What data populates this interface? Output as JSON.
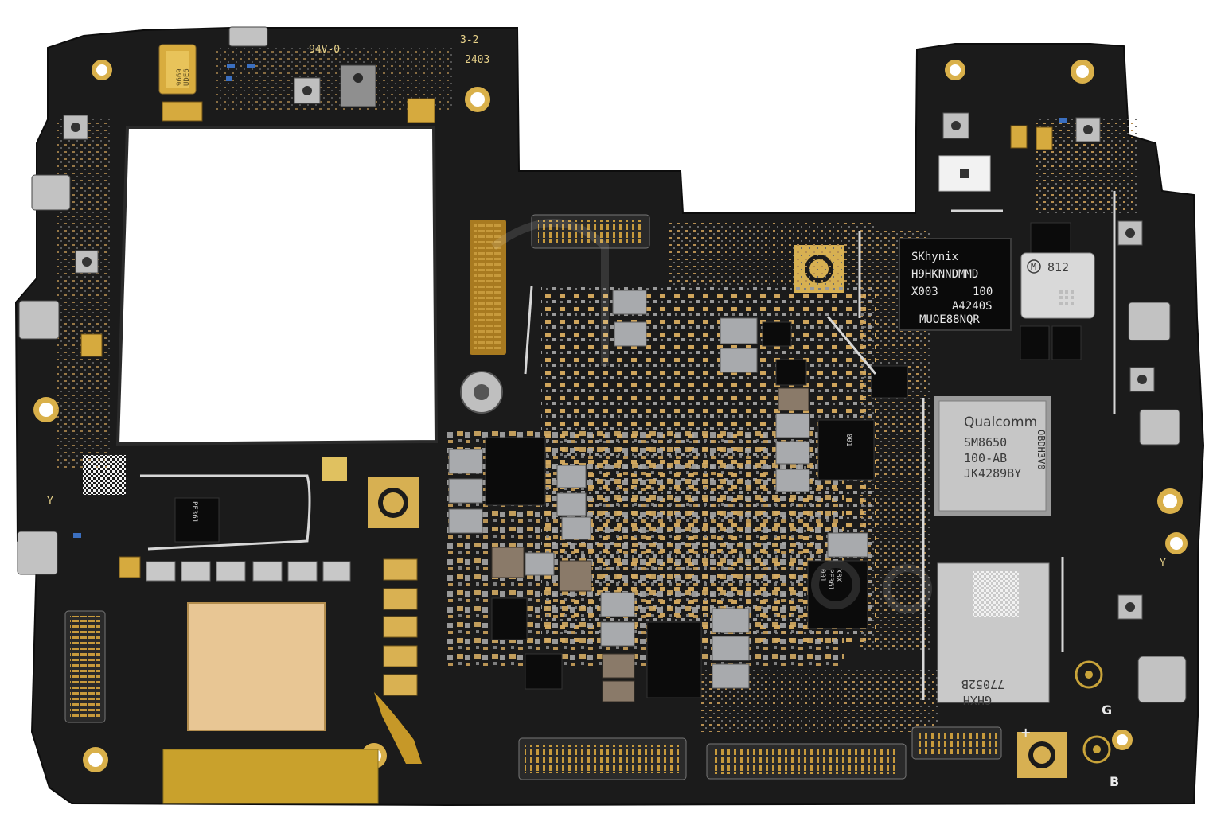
{
  "board": {
    "colors": {
      "pcb": "#1a1a1a",
      "gold": "#d8a93a",
      "copper": "#c9a46a",
      "shield": "#c9c9c9",
      "silkscreen": "#e8d28a"
    },
    "silkscreen": {
      "flammability": "94V-0",
      "revision": "3-2",
      "date_code": "2403",
      "polarity_y_left": "Y",
      "polarity_y_right": "Y",
      "label_g": "G",
      "label_b": "B",
      "label_plus": "+"
    },
    "chips": {
      "memory": {
        "brand": "SKhynix",
        "part": "H9HKNNDMMD",
        "line3_left": "X003",
        "line3_right": "100",
        "line4": "A4240S",
        "line5": "MUOE88NQR"
      },
      "module_812": {
        "code": "812",
        "logo": "M"
      },
      "soc": {
        "brand": "Qualcomm",
        "part": "SM8650",
        "line3": "100-AB",
        "line4": "JK4289BY",
        "side": "OBDH3V0"
      },
      "rf_chip": {
        "line1": "77052B",
        "line2": "GHXH"
      },
      "pmic_a": {
        "line1": "PE361",
        "line2": "X8X",
        "line3": "001"
      },
      "pmic_b": {
        "line1": "001"
      },
      "pmic_small": {
        "line1": "PE361"
      },
      "mic_module": {
        "line1": "9669",
        "line2": "UDE6"
      }
    }
  }
}
